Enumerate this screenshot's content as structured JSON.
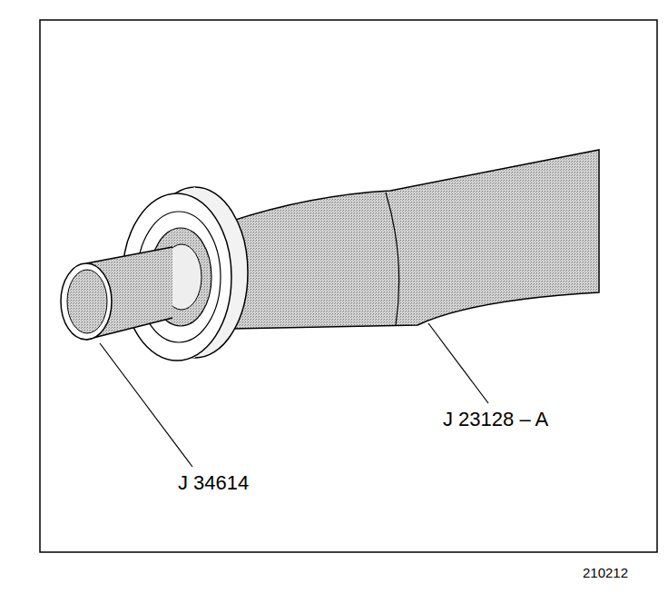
{
  "diagram": {
    "labels": [
      "J 34614",
      "J 23128 – A",
      "210212"
    ]
  }
}
